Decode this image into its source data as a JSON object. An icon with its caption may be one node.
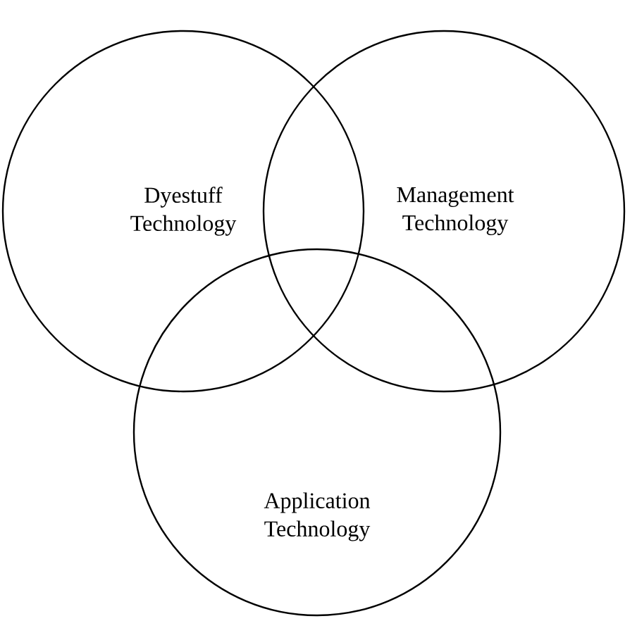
{
  "diagram": {
    "nodes": [
      {
        "text": [
          "Dyestuff Technology"
        ]
      },
      {
        "text": [
          "Management Technology"
        ]
      },
      {
        "text": [
          "Application Technology"
        ]
      }
    ]
  }
}
